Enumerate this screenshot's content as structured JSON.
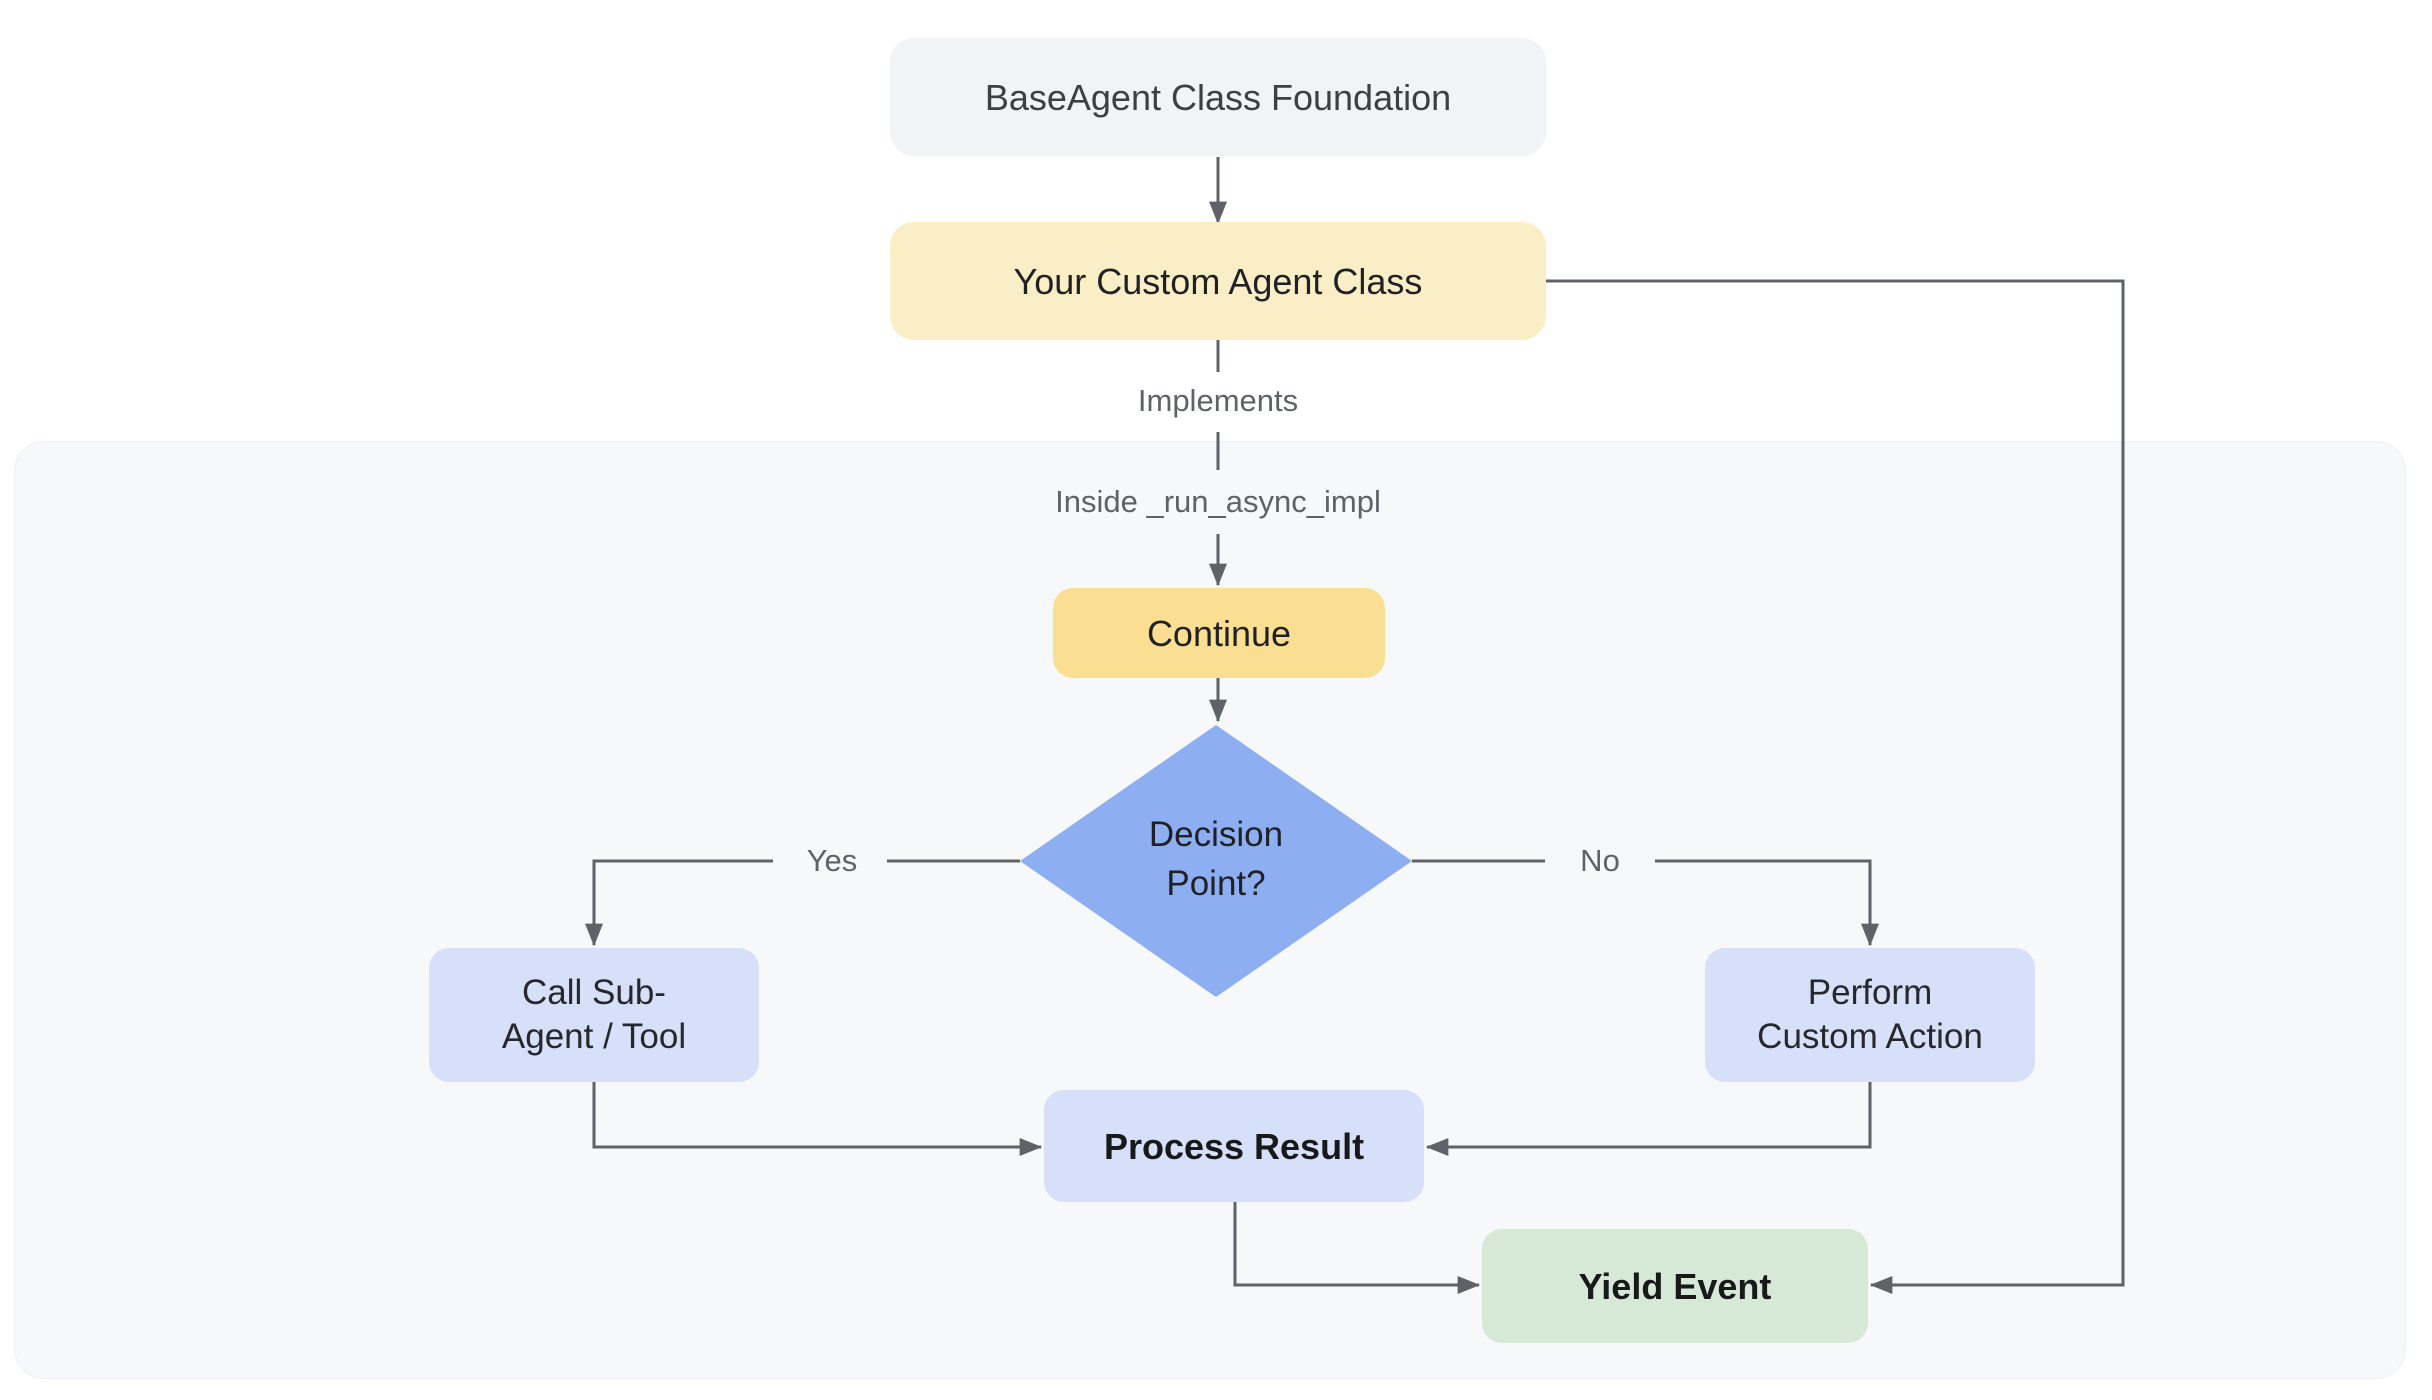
{
  "diagram": {
    "title_hint": "Custom agent control flow",
    "nodes": {
      "base_agent": {
        "label": "BaseAgent Class Foundation"
      },
      "custom_agent": {
        "label": "Your Custom Agent Class"
      },
      "continue_step": {
        "label": "Continue"
      },
      "decision": {
        "line1": "Decision",
        "line2": "Point?"
      },
      "call_sub": {
        "line1": "Call Sub-",
        "line2": "Agent / Tool"
      },
      "perform": {
        "line1": "Perform",
        "line2": "Custom Action"
      },
      "process": {
        "label": "Process Result"
      },
      "yield_event": {
        "label": "Yield Event"
      }
    },
    "edge_labels": {
      "implements": "Implements",
      "inside_impl": "Inside _run_async_impl",
      "yes": "Yes",
      "no": "No"
    },
    "colors": {
      "node_gray": "#f1f3f4",
      "node_cream_yellow": "#faeec6",
      "node_yellow": "#fadf92",
      "node_blue_diamond": "#8daef0",
      "node_lavender": "#d6e0f9",
      "node_green": "#d6e8d6",
      "subflow_background": "#f7f8fa",
      "line_gray": "#5f6368"
    }
  }
}
